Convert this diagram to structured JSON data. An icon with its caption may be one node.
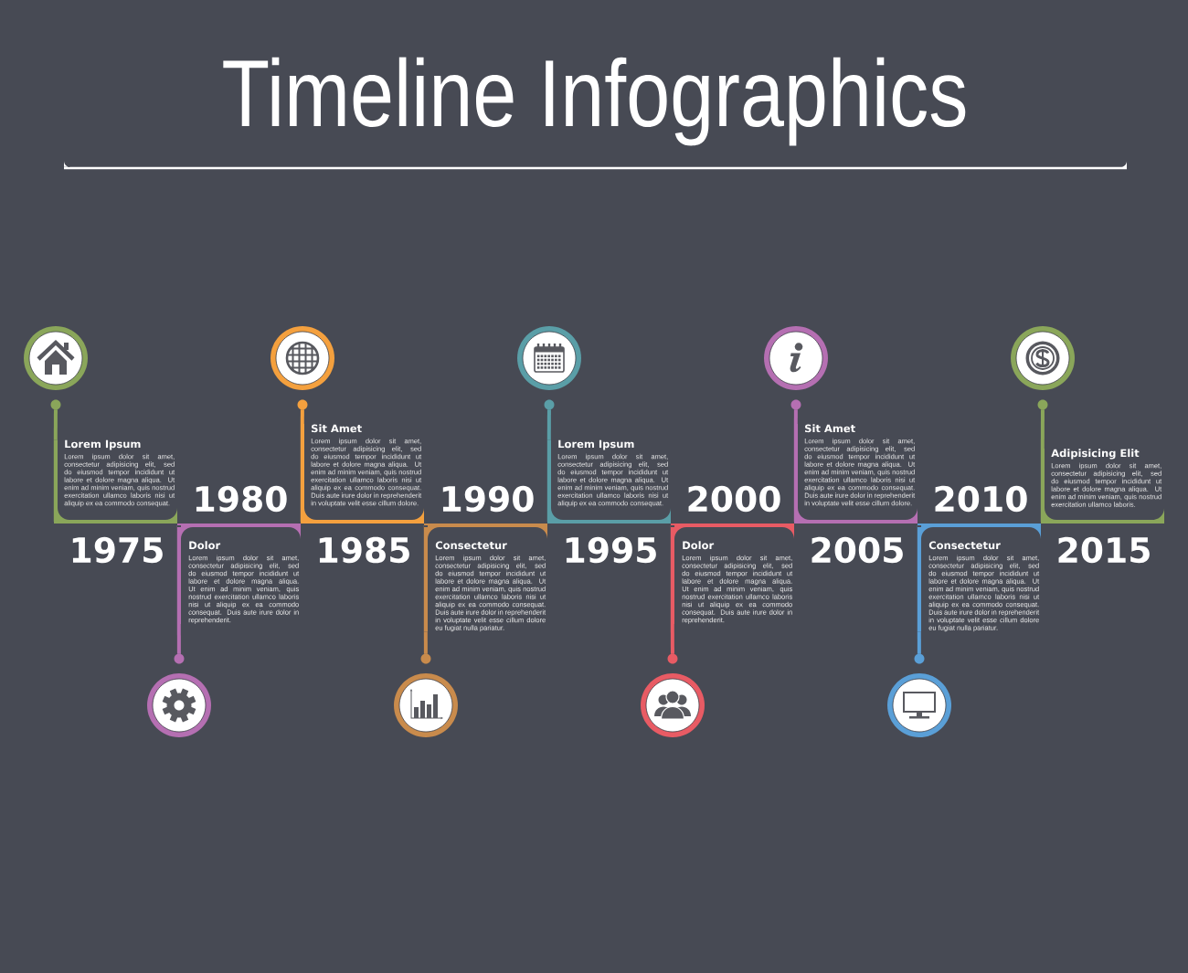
{
  "diagram": {
    "title": "Timeline Infographics",
    "nodes": [
      {
        "text": [],
        "shape": "circle"
      },
      {
        "text": [
          "Lorem Ipsum",
          "Lorem ipsum dolor sit amet, consectetur adipisicing elit, sed do eiusmod tempor incididunt ut labore et dolore magna aliqua. Ut enim ad minim veniam, quis nostrud exercitation ullamco laboris nisi ut aliquip ex ea commodo consequat."
        ],
        "beside": [
          "1975"
        ]
      },
      {
        "text": [],
        "shape": "circle"
      },
      {
        "text": [
          "Dolor",
          "Lorem ipsum dolor sit amet, consectetur adipisicing elit, sed do eiusmod tempor incididunt ut labore et dolore magna aliqua. Ut enim ad minim veniam, quis nostrud exercitation ullamco laboris nisi ut aliquip ex ea commodo consequat. Duis aute irure dolor in reprehenderit."
        ],
        "beside": [
          "1980"
        ]
      },
      {
        "text": [],
        "shape": "circle"
      },
      {
        "text": [
          "Sit Amet",
          "Lorem ipsum dolor sit amet, consectetur adipisicing elit, sed do eiusmod tempor incididunt ut labore et dolore magna aliqua. Ut enim ad minim veniam, quis nostrud exercitation ullamco laboris nisi ut aliquip ex ea commodo consequat. Duis aute irure dolor in reprehenderit in voluptate velit esse cillum dolore."
        ],
        "beside": [
          "1985"
        ]
      },
      {
        "text": [],
        "shape": "circle"
      },
      {
        "text": [
          "Consectetur",
          "Lorem ipsum dolor sit amet, consectetur adipisicing elit, sed do eiusmod tempor incididunt ut labore et dolore magna aliqua. Ut enim ad minim veniam, quis nostrud exercitation ullamco laboris nisi ut aliquip ex ea commodo consequat. Duis aute irure dolor in reprehenderit in voluptate velit esse cillum dolore eu fugiat nulla pariatur."
        ],
        "beside": [
          "1990"
        ]
      },
      {
        "text": [],
        "shape": "circle"
      },
      {
        "text": [
          "Lorem Ipsum",
          "Lorem ipsum dolor sit amet, consectetur adipisicing elit, sed do eiusmod tempor incididunt ut labore et dolore magna aliqua. Ut enim ad minim veniam, quis nostrud exercitation ullamco laboris nisi ut aliquip ex ea commodo consequat."
        ],
        "beside": [
          "1995"
        ]
      },
      {
        "text": [],
        "shape": "circle"
      },
      {
        "text": [
          "Dolor",
          "Lorem ipsum dolor sit amet, consectetur adipisicing elit, sed do eiusmod tempor incididunt ut labore et dolore magna aliqua. Ut enim ad minim veniam, quis nostrud exercitation ullamco laboris nisi ut aliquip ex ea commodo consequat. Duis aute irure dolor in reprehenderit."
        ],
        "beside": [
          "2000"
        ]
      },
      {
        "text": [],
        "shape": "circle"
      },
      {
        "text": [
          "Sit Amet",
          "Lorem ipsum dolor sit amet, consectetur adipisicing elit, sed do eiusmod tempor incididunt ut labore et dolore magna aliqua. Ut enim ad minim veniam, quis nostrud exercitation ullamco laboris nisi ut aliquip ex ea commodo consequat. Duis aute irure dolor in reprehenderit in voluptate velit esse cillum dolore."
        ],
        "beside": [
          "2005"
        ]
      },
      {
        "text": [],
        "shape": "circle"
      },
      {
        "text": [
          "Consectetur",
          "Lorem ipsum dolor sit amet, consectetur adipisicing elit, sed do eiusmod tempor incididunt ut labore et dolore magna aliqua. Ut enim ad minim veniam, quis nostrud exercitation ullamco laboris nisi ut aliquip ex ea commodo consequat. Duis aute irure dolor in reprehenderit in voluptate velit esse cillum dolore eu fugiat nulla pariatur."
        ],
        "beside": [
          "2010"
        ]
      },
      {
        "text": [],
        "shape": "circle"
      },
      {
        "text": [
          "Adipisicing Elit",
          "Lorem ipsum dolor sit amet, consectetur adipisicing elit, sed do eiusmod tempor incididunt ut labore et dolore magna aliqua. Ut enim ad minim veniam, quis nostrud exercitation ullamco laboris."
        ],
        "beside": [
          "2015"
        ]
      }
    ],
    "edges": [
      {
        "from": 1,
        "to": 0,
        "arrow": "none",
        "color": "#8aa65a"
      },
      {
        "from": 3,
        "to": 2,
        "arrow": "none",
        "color": "#b56fb2"
      },
      {
        "from": 5,
        "to": 4,
        "arrow": "none",
        "color": "#f4a03e"
      },
      {
        "from": 7,
        "to": 6,
        "arrow": "none",
        "color": "#c98b4c"
      },
      {
        "from": 9,
        "to": 8,
        "arrow": "none",
        "color": "#5a9ea7"
      },
      {
        "from": 11,
        "to": 10,
        "arrow": "none",
        "color": "#e85b64"
      },
      {
        "from": 13,
        "to": 12,
        "arrow": "none",
        "color": "#b56fb2"
      },
      {
        "from": 15,
        "to": 14,
        "arrow": "none",
        "color": "#5a9fd7"
      },
      {
        "from": 17,
        "to": 16,
        "arrow": "none",
        "color": "#8aa65a"
      }
    ]
  }
}
